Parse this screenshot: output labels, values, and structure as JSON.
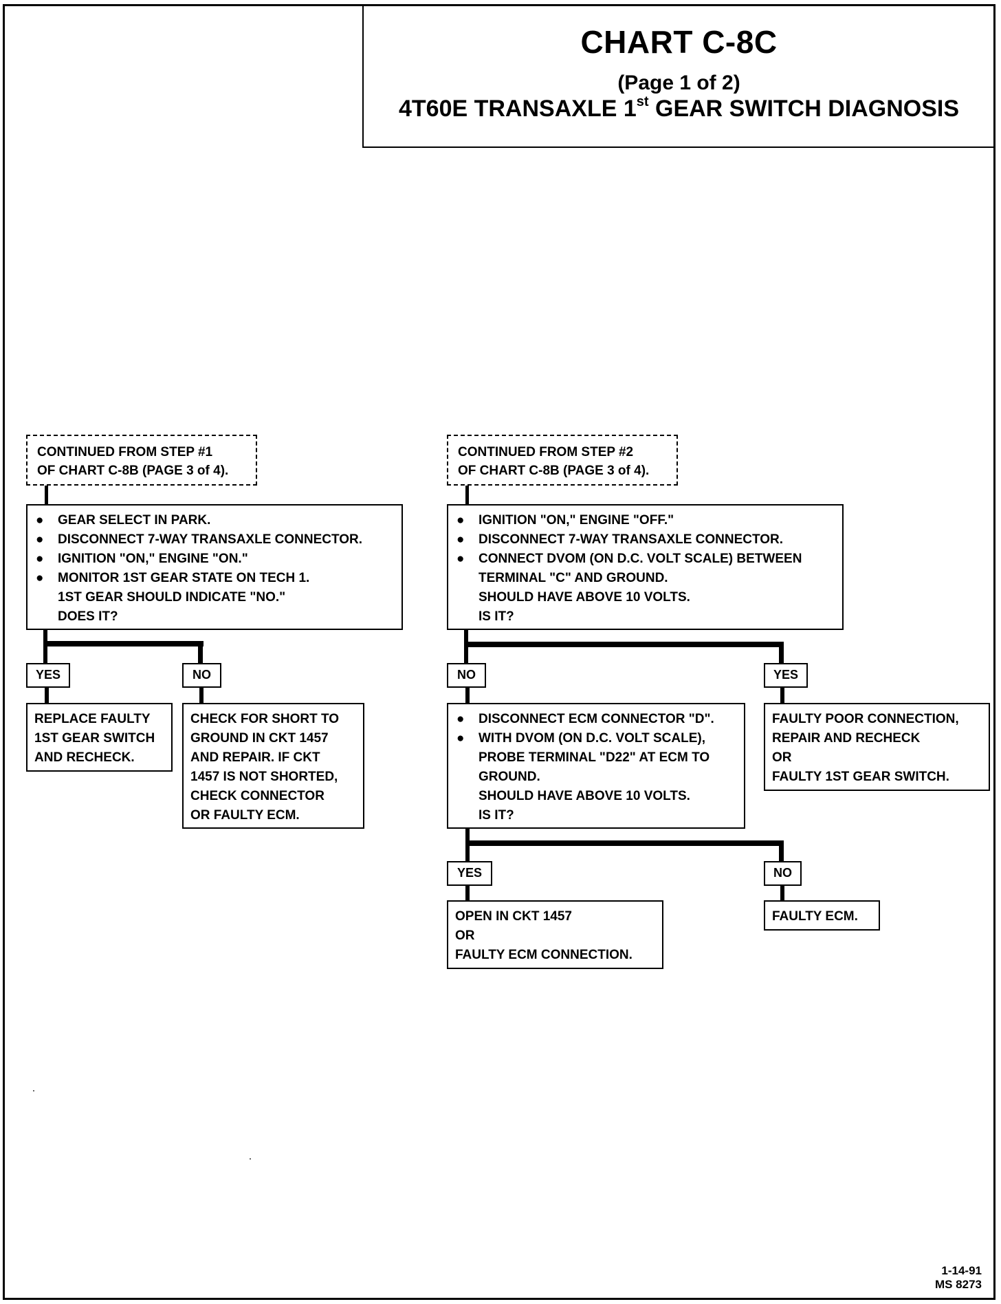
{
  "header": {
    "title": "CHART C-8C",
    "page": "(Page 1 of 2)",
    "subtitle_pre": "4T60E TRANSAXLE 1",
    "subtitle_sup": "st",
    "subtitle_post": " GEAR SWITCH DIAGNOSIS"
  },
  "left": {
    "continued": [
      "CONTINUED FROM STEP #1",
      "OF CHART C-8B (PAGE 3 of 4)."
    ],
    "step": {
      "bullets": [
        "GEAR SELECT IN PARK.",
        "DISCONNECT 7-WAY TRANSAXLE CONNECTOR.",
        "IGNITION \"ON,\" ENGINE \"ON.\"",
        "MONITOR 1ST GEAR STATE ON TECH 1."
      ],
      "continuation": [
        "1ST GEAR SHOULD INDICATE \"NO.\"",
        "DOES IT?"
      ]
    },
    "yes_label": "YES",
    "no_label": "NO",
    "yes_result": [
      "REPLACE FAULTY",
      "1ST GEAR SWITCH",
      "AND RECHECK."
    ],
    "no_result": [
      "CHECK FOR SHORT TO",
      "GROUND IN CKT 1457",
      "AND REPAIR.  IF CKT",
      "1457 IS NOT SHORTED,",
      "CHECK CONNECTOR",
      "OR FAULTY ECM."
    ]
  },
  "right": {
    "continued": [
      "CONTINUED FROM STEP #2",
      "OF CHART C-8B (PAGE 3 of 4)."
    ],
    "step": {
      "bullets": [
        "IGNITION \"ON,\" ENGINE \"OFF.\"",
        "DISCONNECT 7-WAY TRANSAXLE CONNECTOR.",
        "CONNECT DVOM (ON D.C. VOLT SCALE) BETWEEN"
      ],
      "continuation": [
        "TERMINAL \"C\" AND GROUND.",
        "SHOULD HAVE ABOVE 10 VOLTS.",
        "IS IT?"
      ]
    },
    "no_label": "NO",
    "yes_label": "YES",
    "no_step": {
      "bullets": [
        "DISCONNECT ECM CONNECTOR \"D\".",
        "WITH DVOM (ON D.C. VOLT SCALE),"
      ],
      "continuation": [
        "PROBE TERMINAL \"D22\" AT ECM TO",
        "GROUND.",
        "SHOULD HAVE ABOVE 10 VOLTS.",
        "IS IT?"
      ]
    },
    "yes_result": [
      "FAULTY POOR CONNECTION,",
      "REPAIR AND RECHECK",
      "OR",
      "FAULTY 1ST GEAR SWITCH."
    ],
    "sub_yes_label": "YES",
    "sub_no_label": "NO",
    "sub_yes_result": [
      "OPEN IN CKT 1457",
      "OR",
      "FAULTY ECM CONNECTION."
    ],
    "sub_no_result": [
      "FAULTY ECM."
    ]
  },
  "footer": {
    "date": "1-14-91",
    "code": "MS 8273"
  }
}
